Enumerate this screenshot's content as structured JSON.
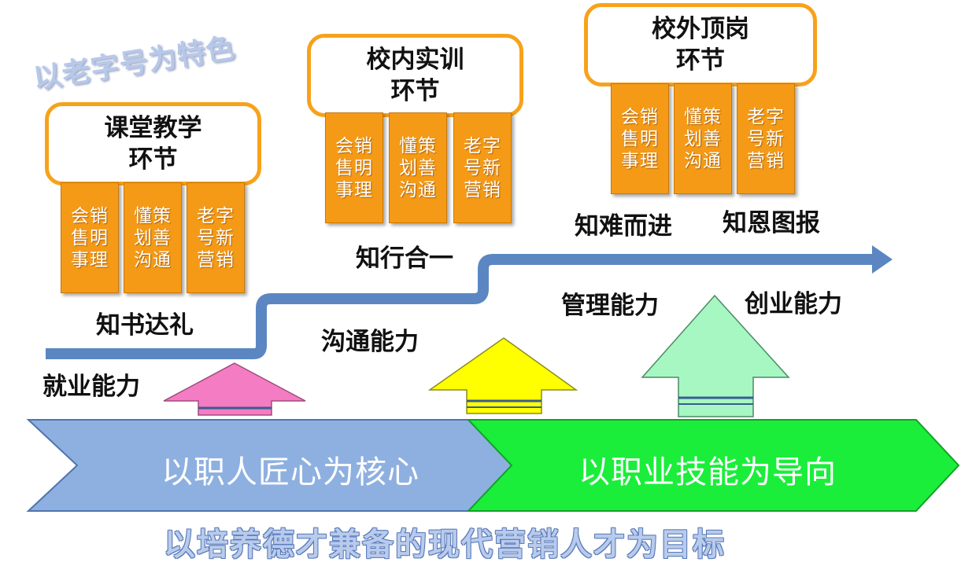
{
  "feature_label": "以老字号为特色",
  "stages": [
    {
      "title": "课堂教学\n环节",
      "cards": [
        "会销\n售明\n事理",
        "懂策\n划善\n沟通",
        "老字\n号新\n营销"
      ],
      "motto": "知书达礼"
    },
    {
      "title": "校内实训\n环节",
      "cards": [
        "会销\n售明\n事理",
        "懂策\n划善\n沟通",
        "老字\n号新\n营销"
      ],
      "motto": "知行合一"
    },
    {
      "title": "校外顶岗\n环节",
      "cards": [
        "会销\n售明\n事理",
        "懂策\n划善\n沟通",
        "老字\n号新\n营销"
      ],
      "mottos": [
        "知难而进",
        "知恩图报"
      ]
    }
  ],
  "abilities": [
    "就业能力",
    "沟通能力",
    "管理能力",
    "创业能力"
  ],
  "banners": {
    "left": "以职人匠心为核心",
    "right": "以职业技能为导向"
  },
  "goal": "以培养德才兼备的现代营销人才为目标",
  "colors": {
    "stage_border": "#f7a21b",
    "card_fill": "#f59a16",
    "path_line": "#5b86c2",
    "banner_left": "#8eb0e0",
    "banner_right": "#1aee3a",
    "arrow_pink": "#f47cc2",
    "arrow_yellow": "#ffff00",
    "arrow_mint": "#a6f7c2"
  }
}
